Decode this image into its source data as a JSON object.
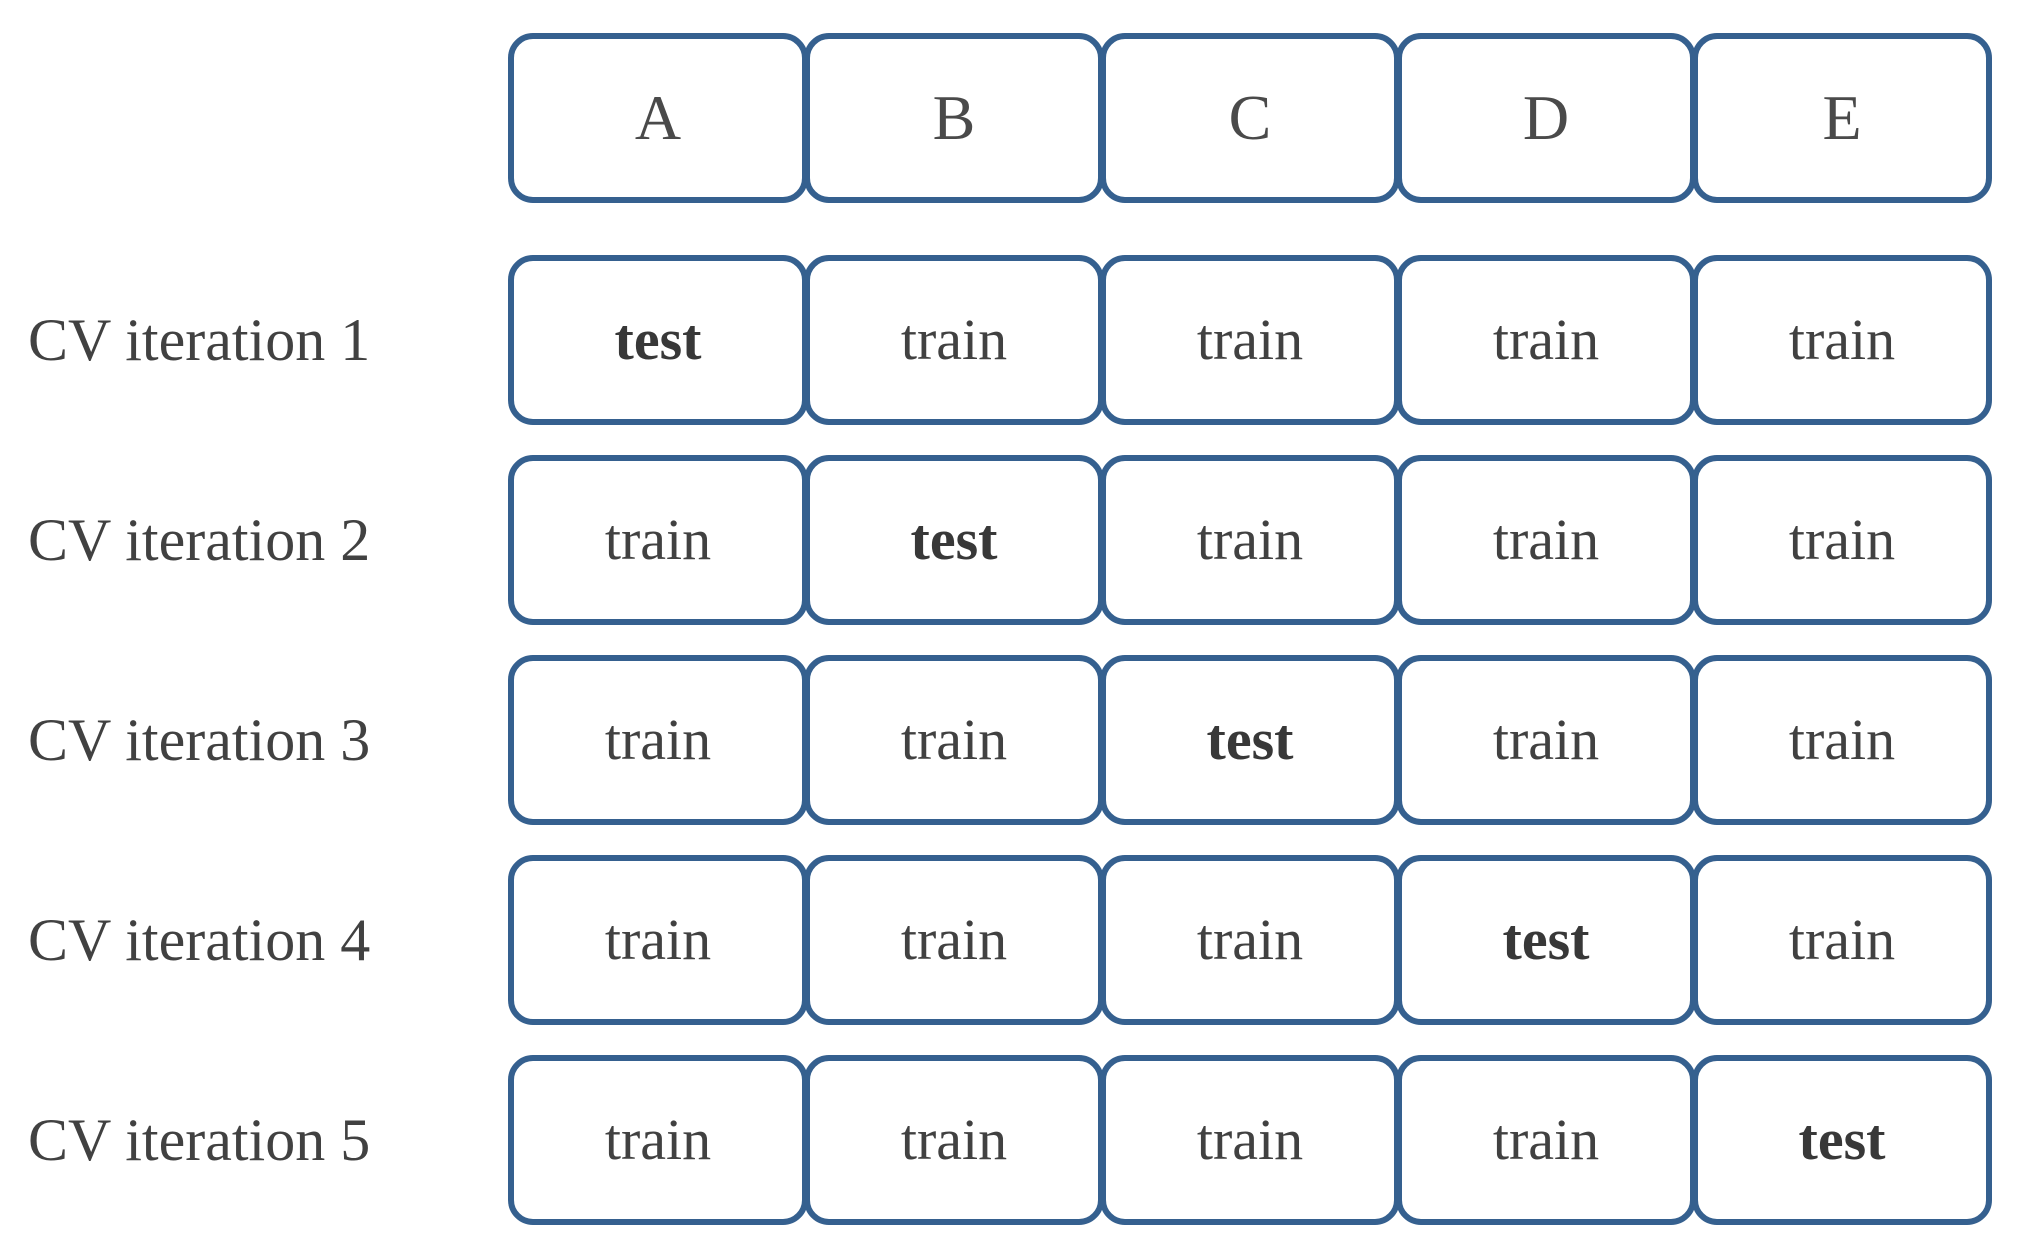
{
  "figure": {
    "description": "k-fold cross-validation diagram",
    "columns": [
      "A",
      "B",
      "C",
      "D",
      "E"
    ],
    "rows": [
      {
        "label": "CV iteration 1",
        "cells": [
          "test",
          "train",
          "train",
          "train",
          "train"
        ]
      },
      {
        "label": "CV iteration 2",
        "cells": [
          "train",
          "test",
          "train",
          "train",
          "train"
        ]
      },
      {
        "label": "CV iteration 3",
        "cells": [
          "train",
          "train",
          "test",
          "train",
          "train"
        ]
      },
      {
        "label": "CV iteration 4",
        "cells": [
          "train",
          "train",
          "train",
          "test",
          "train"
        ]
      },
      {
        "label": "CV iteration 5",
        "cells": [
          "train",
          "train",
          "train",
          "train",
          "test"
        ]
      }
    ],
    "emphasized_value": "test",
    "colors": {
      "box_border": "#35608F",
      "text": "#414141",
      "background": "#FFFFFF"
    }
  }
}
